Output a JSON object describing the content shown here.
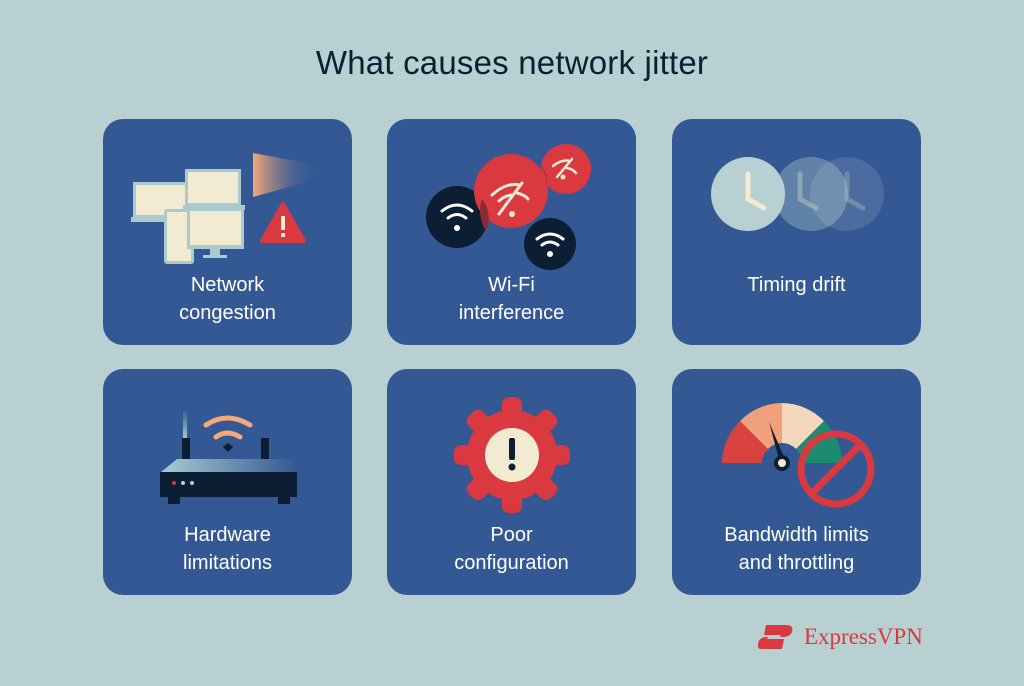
{
  "title": "What causes network jitter",
  "cards": [
    {
      "label_line1": "Network",
      "label_line2": "congestion",
      "icon": "devices-congestion-icon"
    },
    {
      "label_line1": "Wi-Fi",
      "label_line2": "interference",
      "icon": "wifi-interference-icon"
    },
    {
      "label_line1": "Timing drift",
      "label_line2": "",
      "icon": "clock-drift-icon"
    },
    {
      "label_line1": "Hardware",
      "label_line2": "limitations",
      "icon": "router-icon"
    },
    {
      "label_line1": "Poor",
      "label_line2": "configuration",
      "icon": "gear-warning-icon"
    },
    {
      "label_line1": "Bandwidth limits",
      "label_line2": "and throttling",
      "icon": "speedometer-blocked-icon"
    }
  ],
  "brand": {
    "name": "ExpressVPN",
    "color": "#da3940"
  },
  "colors": {
    "background": "#b8d0d2",
    "card": "#345893",
    "accent_red": "#da3940",
    "dark": "#0b1e33",
    "cream": "#f3ead2"
  }
}
